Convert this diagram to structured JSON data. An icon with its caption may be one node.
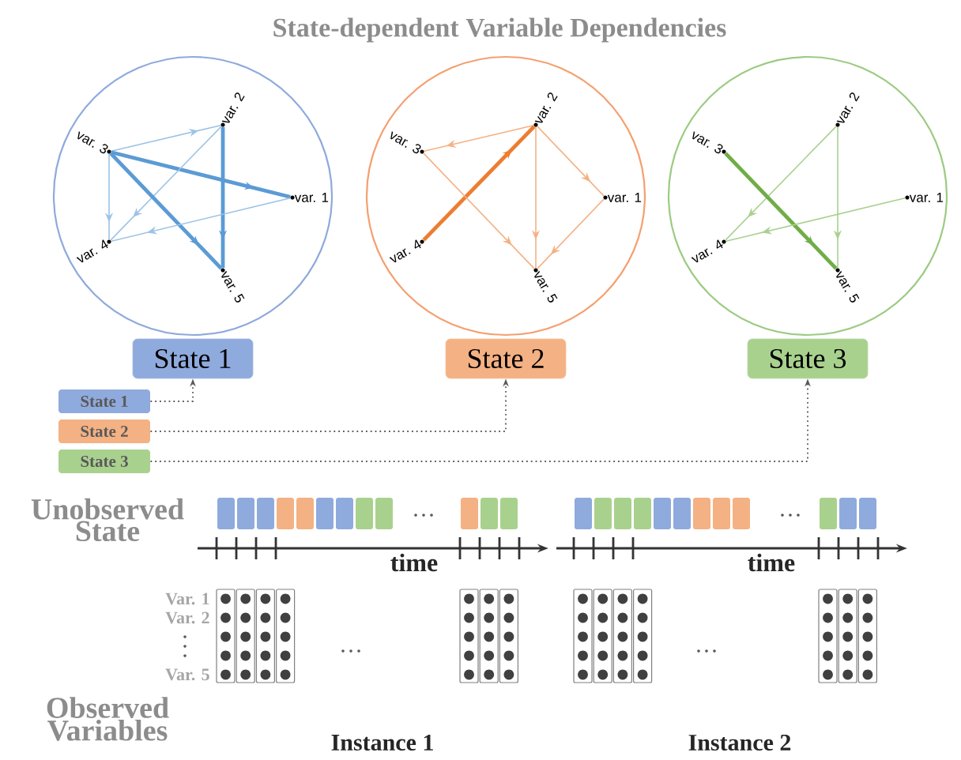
{
  "diagram": {
    "title": "State-dependent Variable Dependencies",
    "nodes": [
      {
        "text": [],
        "shape": "circle"
      },
      {
        "text": [
          "var. 1"
        ],
        "in": 0
      },
      {
        "text": [
          "var. 2"
        ],
        "in": 0
      },
      {
        "text": [
          "var. 3"
        ],
        "in": 0
      },
      {
        "text": [
          "var. 4"
        ],
        "in": 0
      },
      {
        "text": [
          "var. 5"
        ],
        "in": 0
      },
      {
        "text": [
          "State 1"
        ]
      },
      {
        "text": [],
        "shape": "circle"
      },
      {
        "text": [
          "var. 1"
        ],
        "in": 7
      },
      {
        "text": [
          "var. 2"
        ],
        "in": 7
      },
      {
        "text": [
          "var. 3"
        ],
        "in": 7
      },
      {
        "text": [
          "var. 4"
        ],
        "in": 7
      },
      {
        "text": [
          "var. 5"
        ],
        "in": 7
      },
      {
        "text": [
          "State 2"
        ]
      },
      {
        "text": [],
        "shape": "circle"
      },
      {
        "text": [
          "var. 1"
        ],
        "in": 14
      },
      {
        "text": [
          "var. 2"
        ],
        "in": 14
      },
      {
        "text": [
          "var. 3"
        ],
        "in": 14
      },
      {
        "text": [
          "var. 4"
        ],
        "in": 14
      },
      {
        "text": [
          "var. 5"
        ],
        "in": 14
      },
      {
        "text": [
          "State 3"
        ]
      },
      {
        "text": [
          "State 1"
        ]
      },
      {
        "text": [
          "State 2"
        ]
      },
      {
        "text": [
          "State 3"
        ]
      }
    ],
    "edges": [
      {
        "from": 3,
        "to": 2,
        "arrow": "to",
        "color": "#9dc3e6"
      },
      {
        "from": 2,
        "to": 5,
        "arrow": "to",
        "style": "thick",
        "color": "#5b9bd5"
      },
      {
        "from": 3,
        "to": 1,
        "arrow": "to",
        "style": "thick",
        "color": "#5b9bd5"
      },
      {
        "from": 3,
        "to": 4,
        "arrow": "to",
        "color": "#9dc3e6"
      },
      {
        "from": 2,
        "to": 4,
        "arrow": "to",
        "color": "#9dc3e6"
      },
      {
        "from": 3,
        "to": 5,
        "arrow": "to",
        "style": "thick",
        "color": "#5b9bd5"
      },
      {
        "from": 1,
        "to": 4,
        "arrow": "to",
        "color": "#9dc3e6"
      },
      {
        "from": 9,
        "to": 10,
        "arrow": "to",
        "color": "#f4b183"
      },
      {
        "from": 11,
        "to": 9,
        "arrow": "to",
        "style": "thick",
        "color": "#ed7d31"
      },
      {
        "from": 10,
        "to": 12,
        "arrow": "to",
        "color": "#f4b183"
      },
      {
        "from": 9,
        "to": 12,
        "arrow": "to",
        "color": "#f4b183"
      },
      {
        "from": 9,
        "to": 8,
        "arrow": "to",
        "color": "#f4b183"
      },
      {
        "from": 8,
        "to": 12,
        "arrow": "to",
        "color": "#f4b183"
      },
      {
        "from": 16,
        "to": 18,
        "arrow": "to",
        "color": "#a9d18e"
      },
      {
        "from": 16,
        "to": 19,
        "arrow": "to",
        "color": "#a9d18e"
      },
      {
        "from": 17,
        "to": 19,
        "arrow": "to",
        "style": "thick",
        "color": "#70ad47"
      },
      {
        "from": 15,
        "to": 18,
        "arrow": "to",
        "color": "#a9d18e"
      },
      {
        "from": 21,
        "to": 6,
        "arrow": "to",
        "style": "dashed",
        "color": "#595959"
      },
      {
        "from": 22,
        "to": 13,
        "arrow": "to",
        "style": "dashed",
        "color": "#595959"
      },
      {
        "from": 23,
        "to": 20,
        "arrow": "to",
        "style": "dashed",
        "color": "#595959"
      }
    ],
    "labels": [
      "Unobserved State",
      "time",
      "time",
      "Var. 1",
      "Var. 2",
      "Var. 5",
      "Observed Variables",
      "Instance 1",
      "Instance 2"
    ]
  }
}
